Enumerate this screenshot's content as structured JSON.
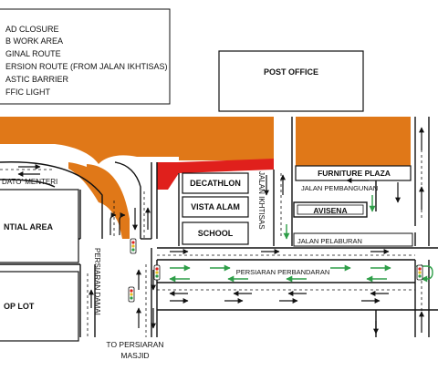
{
  "legend": {
    "items": [
      {
        "label": "AD CLOSURE",
        "icon": "road-closure-swatch"
      },
      {
        "label": "B WORK AREA",
        "icon": "work-area-swatch"
      },
      {
        "label": "GINAL ROUTE",
        "icon": "original-route-arrow"
      },
      {
        "label": "ERSION ROUTE (FROM JALAN IKHTISAS)",
        "icon": "diversion-route-arrow"
      },
      {
        "label": "ASTIC BARRIER",
        "icon": "plastic-barrier-swatch"
      },
      {
        "label": "FFIC LIGHT",
        "icon": "traffic-light-icon"
      }
    ]
  },
  "buildings": {
    "post_office": "POST OFFICE",
    "decathlon": "DECATHLON",
    "vista_alam": "VISTA ALAM",
    "school": "SCHOOL",
    "furniture_plaza": "FURNITURE PLAZA",
    "avisena": "AVISENA",
    "residential_area": "NTIAL AREA",
    "shop_lot": "OP LOT"
  },
  "roads": {
    "dato_menteri": "DATO' MENTERI",
    "jalan_ikhtisas": "JALAN IKHTISAS",
    "jalan_pembangunan": "JALAN PEMBANGUNAN",
    "jalan_pelaburan": "JALAN PELABURAN",
    "persiaran_perbandaran": "PERSIARAN PERBANDARAN",
    "persiaran_damai": "PERSIARAN DAMAI",
    "to_persiaran_masjid_1": "TO PERSIARAN",
    "to_persiaran_masjid_2": "MASJID"
  },
  "colors": {
    "work_area": "#E07818",
    "road_closure": "#E0201C",
    "original_route": "#111111",
    "diversion_route": "#2E9E48",
    "plastic_barrier": "#E0201C",
    "road_line": "#111111"
  }
}
